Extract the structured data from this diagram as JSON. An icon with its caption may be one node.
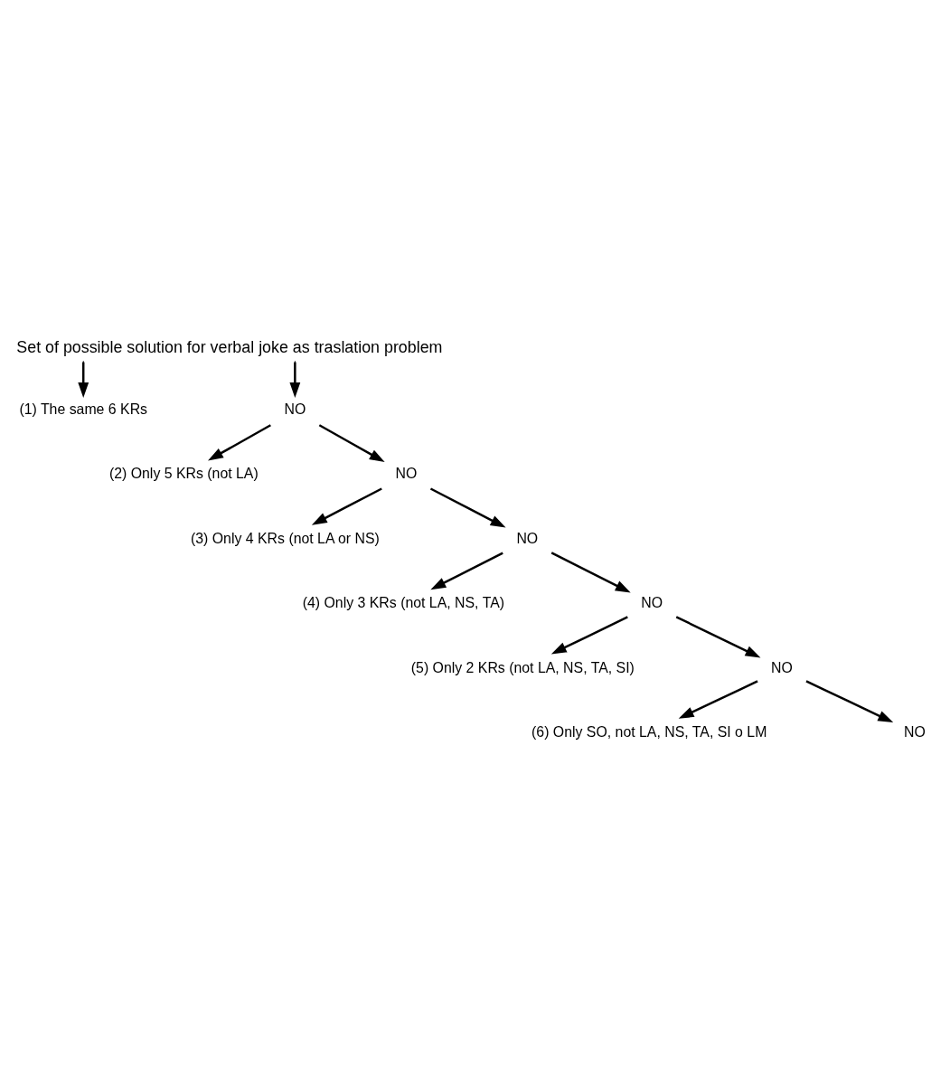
{
  "diagram": {
    "title": "Set of possible solution for verbal joke as traslation problem",
    "nodes": [
      {
        "text": [
          "(1) The same 6 KRs"
        ]
      },
      {
        "text": [
          "NO"
        ]
      },
      {
        "text": [
          "(2) Only 5 KRs (not LA)"
        ]
      },
      {
        "text": [
          "NO"
        ]
      },
      {
        "text": [
          "(3) Only 4 KRs (not LA or NS)"
        ]
      },
      {
        "text": [
          "NO"
        ]
      },
      {
        "text": [
          "(4) Only 3 KRs (not LA, NS, TA)"
        ]
      },
      {
        "text": [
          "NO"
        ]
      },
      {
        "text": [
          "(5) Only 2 KRs (not LA, NS, TA, SI)"
        ]
      },
      {
        "text": [
          "NO"
        ]
      },
      {
        "text": [
          "(6) Only SO, not LA, NS, TA, SI o LM"
        ]
      },
      {
        "text": [
          "NO"
        ]
      }
    ],
    "edges": [
      {
        "from": null,
        "to": 0,
        "arrow": "to"
      },
      {
        "from": null,
        "to": 1,
        "arrow": "to"
      },
      {
        "from": 1,
        "to": 2,
        "arrow": "to"
      },
      {
        "from": 1,
        "to": 3,
        "arrow": "to"
      },
      {
        "from": 3,
        "to": 4,
        "arrow": "to"
      },
      {
        "from": 3,
        "to": 5,
        "arrow": "to"
      },
      {
        "from": 5,
        "to": 6,
        "arrow": "to"
      },
      {
        "from": 5,
        "to": 7,
        "arrow": "to"
      },
      {
        "from": 7,
        "to": 8,
        "arrow": "to"
      },
      {
        "from": 7,
        "to": 9,
        "arrow": "to"
      },
      {
        "from": 9,
        "to": 10,
        "arrow": "to"
      },
      {
        "from": 9,
        "to": 11,
        "arrow": "to"
      }
    ]
  }
}
